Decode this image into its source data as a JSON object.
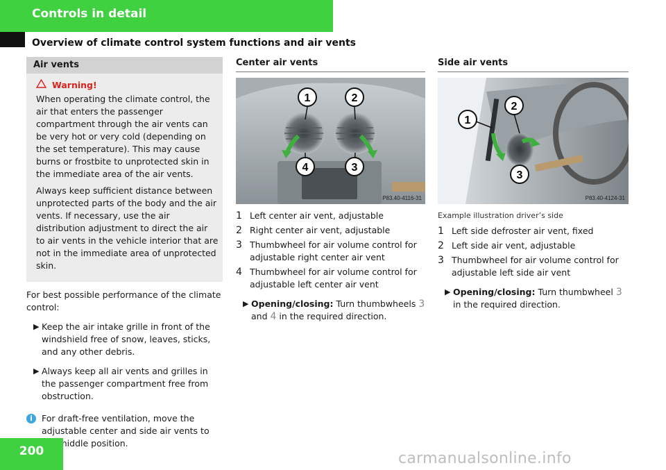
{
  "header": {
    "section": "Controls in detail",
    "title": "Overview of climate control system functions and air vents"
  },
  "left": {
    "box_title": "Air vents",
    "warning_label": "Warning!",
    "warning_p1": "When operating the climate control, the air that enters the passenger compartment through the air vents can be very hot or very cold (depending on the set temperature). This may cause burns or frostbite to unprotected skin in the immediate area of the air vents.",
    "warning_p2": "Always keep sufficient distance between unprotected parts of the body and the air vents. If necessary, use the air distribution adjustment to direct the air to air vents in the vehicle interior that are not in the immediate area of unprotected skin.",
    "intro": "For best possible performance of the climate control:",
    "bullet1": "Keep the air intake grille in front of the windshield free of snow, leaves, sticks, and any other debris.",
    "bullet2": "Always keep all air vents and grilles in the passenger compartment free from obstruction.",
    "info": "For draft-free ventilation, move the adjustable center and side air vents to the middle position."
  },
  "center": {
    "heading": "Center air vents",
    "image_code": "P83.40-4116-31",
    "callouts": [
      "1",
      "2",
      "3",
      "4"
    ],
    "items": [
      {
        "num": "1",
        "text": "Left center air vent, adjustable"
      },
      {
        "num": "2",
        "text": "Right center air vent, adjustable"
      },
      {
        "num": "3",
        "text": "Thumbwheel for air volume control for adjustable right center air vent"
      },
      {
        "num": "4",
        "text": "Thumbwheel for air volume control for adjustable left center air vent"
      }
    ],
    "action_label": "Opening/closing:",
    "action_pre": "Turn thumbwheels",
    "action_num1": "3",
    "action_and": "and",
    "action_num2": "4",
    "action_post": "in the required direction."
  },
  "side": {
    "heading": "Side air vents",
    "image_code": "P83.40-4124-31",
    "callouts": [
      "1",
      "2",
      "3"
    ],
    "caption": "Example illustration driver’s side",
    "items": [
      {
        "num": "1",
        "text": "Left side defroster air vent, fixed"
      },
      {
        "num": "2",
        "text": "Left side air vent, adjustable"
      },
      {
        "num": "3",
        "text": "Thumbwheel for air volume control for adjustable left side air vent"
      }
    ],
    "action_label": "Opening/closing:",
    "action_pre": "Turn thumbwheel",
    "action_num": "3",
    "action_post": "in the required direction."
  },
  "footer": {
    "page_number": "200",
    "watermark": "carmanualsonline.info"
  },
  "colors": {
    "accent": "#3fd13f",
    "warning": "#d9231c",
    "info": "#3fa7e0"
  }
}
